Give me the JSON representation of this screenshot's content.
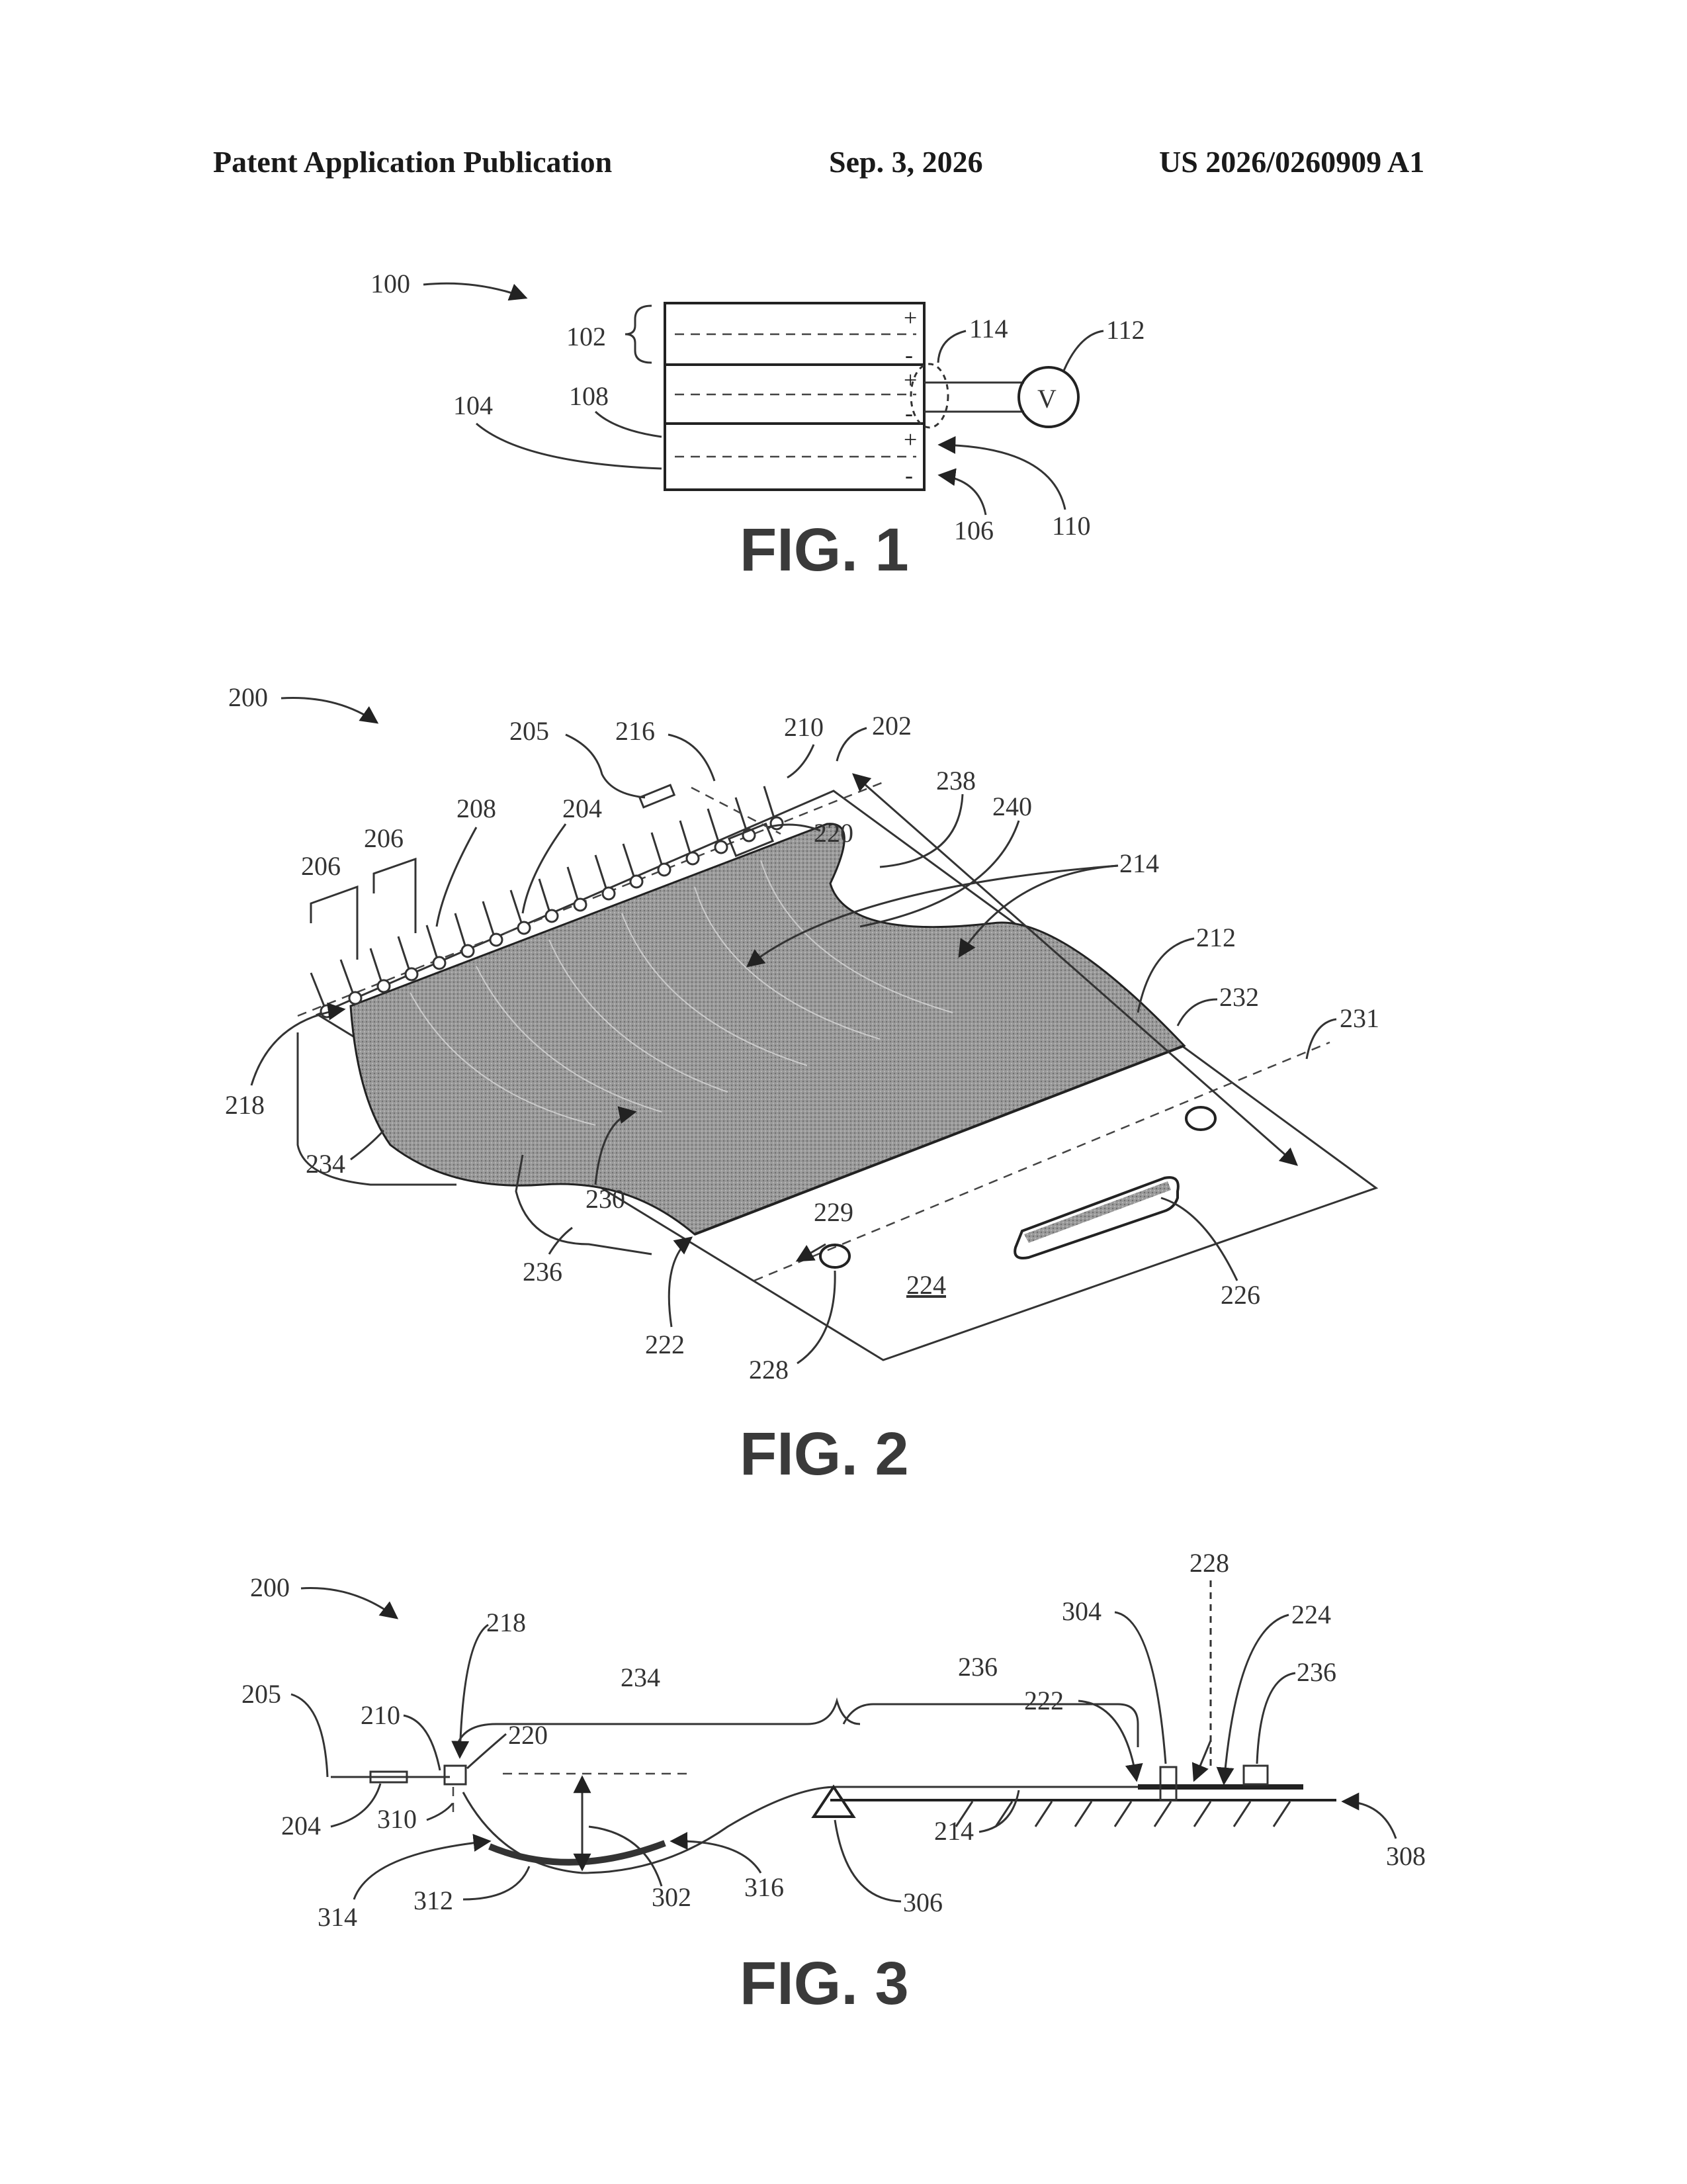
{
  "header": {
    "left": "Patent Application Publication",
    "date": "Sep. 3, 2026",
    "number": "US 2026/0260909 A1"
  },
  "fig1": {
    "caption": "FIG. 1",
    "labels": {
      "l100": "100",
      "l102": "102",
      "l104": "104",
      "l106": "106",
      "l108": "108",
      "l110": "110",
      "l112": "112",
      "l114": "114",
      "meter": "V",
      "plus": "+",
      "minus": "-"
    }
  },
  "fig2": {
    "caption": "FIG. 2",
    "labels": {
      "l200": "200",
      "l202": "202",
      "l204": "204",
      "l205": "205",
      "l206a": "206",
      "l206b": "206",
      "l208": "208",
      "l210": "210",
      "l212": "212",
      "l214": "214",
      "l216": "216",
      "l218": "218",
      "l220": "220",
      "l222": "222",
      "l224": "224",
      "l226": "226",
      "l228": "228",
      "l229": "229",
      "l230": "230",
      "l231": "231",
      "l232": "232",
      "l234": "234",
      "l236": "236",
      "l238": "238",
      "l240": "240"
    }
  },
  "fig3": {
    "caption": "FIG. 3",
    "labels": {
      "l200": "200",
      "l205": "205",
      "l204": "204",
      "l210": "210",
      "l218": "218",
      "l220": "220",
      "l234": "234",
      "l236a": "236",
      "l222": "222",
      "l304": "304",
      "l228": "228",
      "l224": "224",
      "l236b": "236",
      "l310": "310",
      "l314": "314",
      "l312": "312",
      "l302": "302",
      "l316": "316",
      "l306": "306",
      "l214": "214",
      "l308": "308"
    }
  }
}
